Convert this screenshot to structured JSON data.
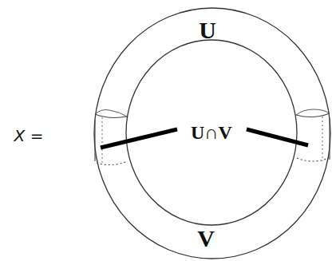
{
  "diagram": {
    "labels": [
      "X =",
      "U",
      "V",
      "U∩V"
    ]
  }
}
